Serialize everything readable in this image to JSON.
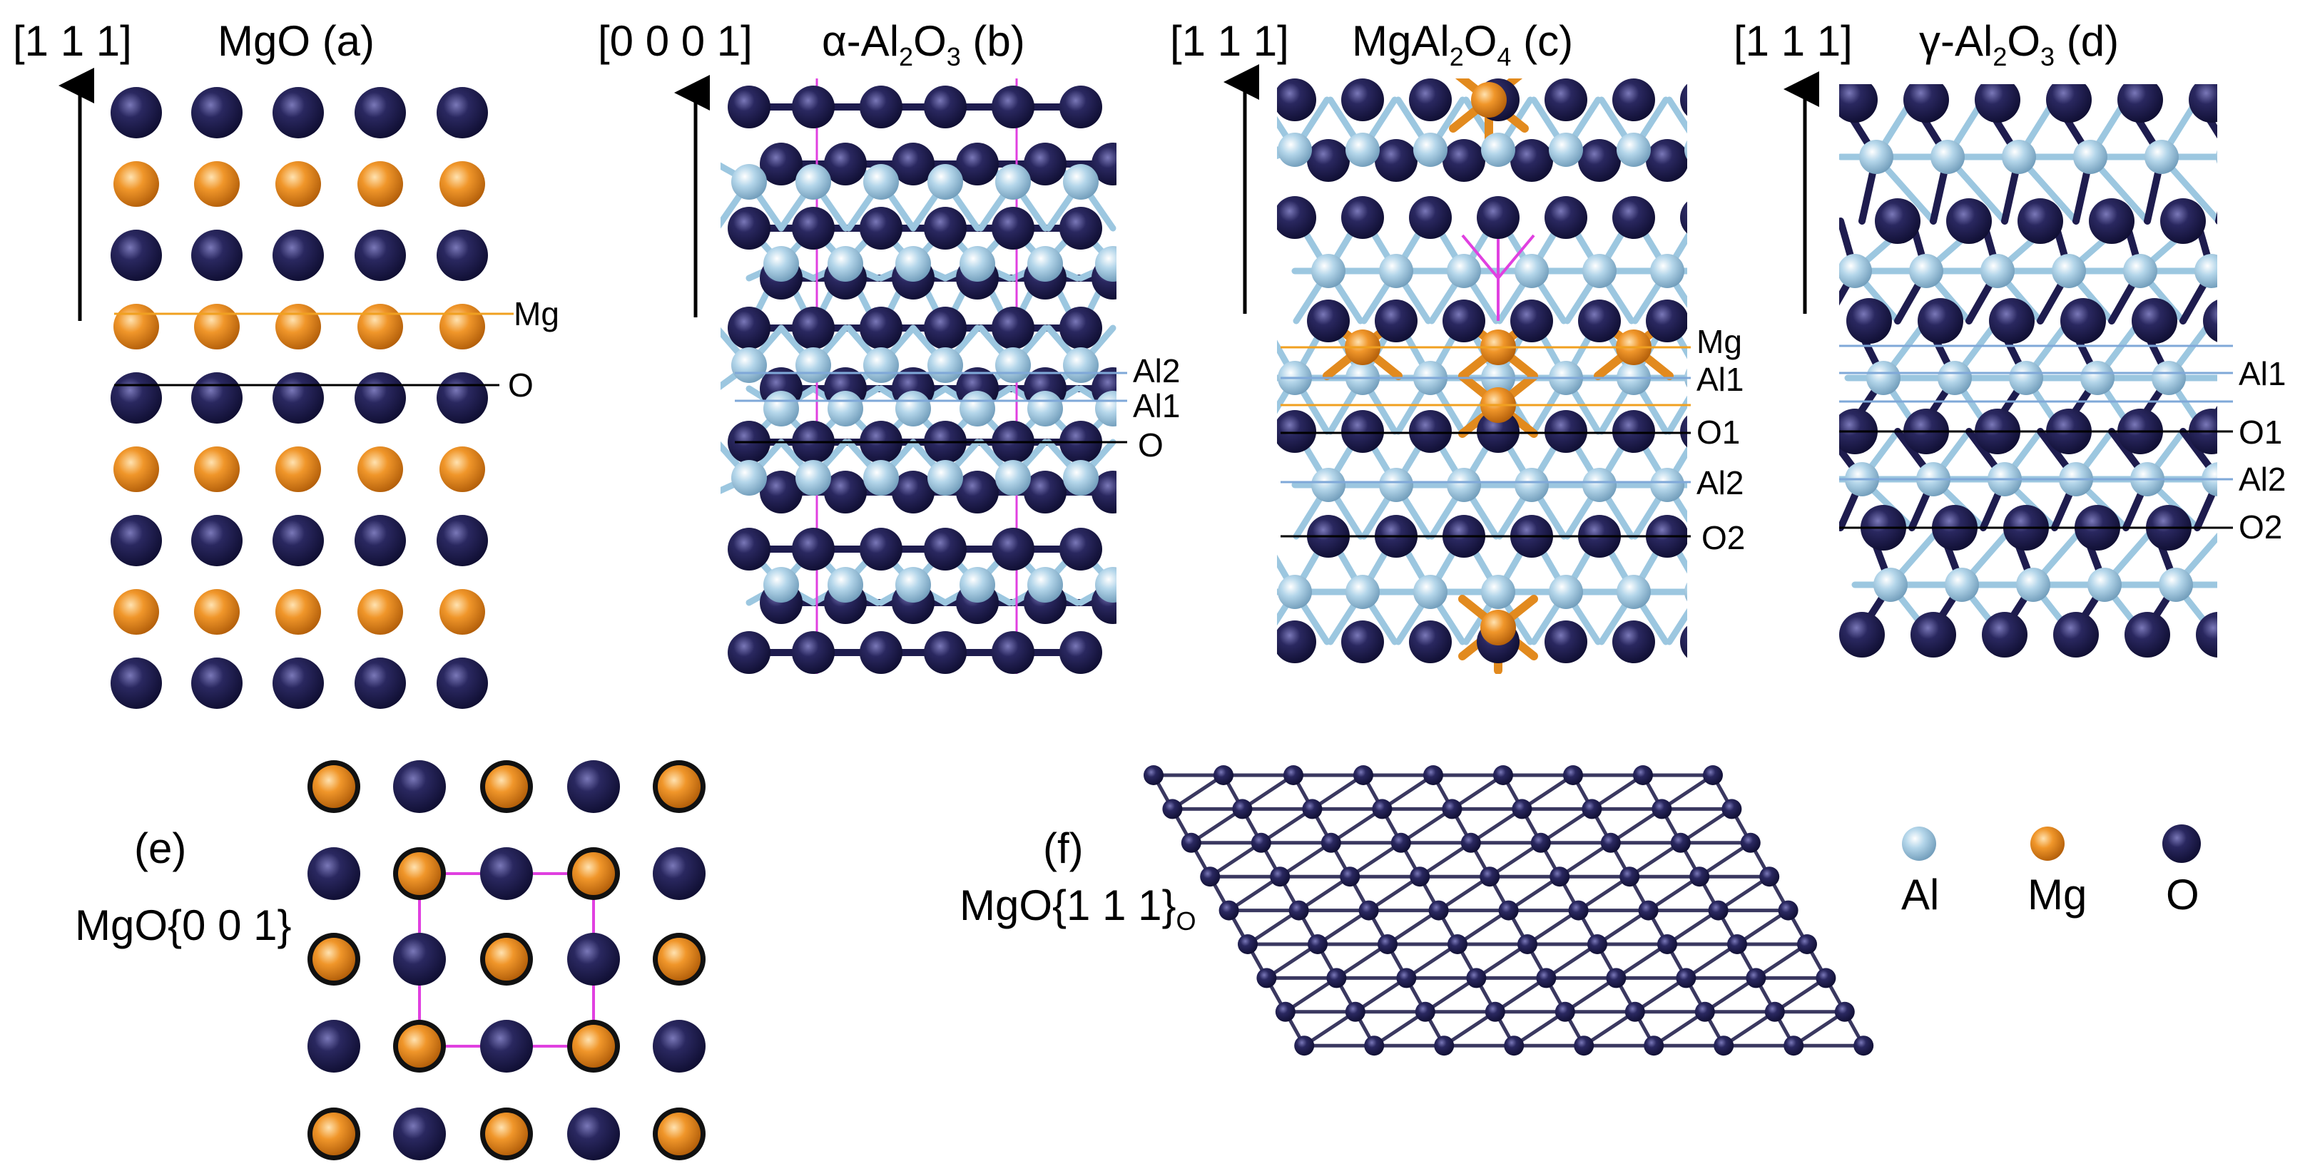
{
  "colors": {
    "O": "#1c1a4a",
    "Al": "#9cc7e0",
    "Mg": "#e28a1e",
    "bond_O": "#1e1c4e",
    "bond_Al": "#9cc7e0",
    "cell": "#e040e0",
    "mg_plane": "#f0a020",
    "al_plane": "#7fa8d8",
    "o_plane": "#000000"
  },
  "panel_a": {
    "direction": "[1 1 1]",
    "title": "MgO (a)",
    "layers": [
      "Mg",
      "O"
    ]
  },
  "panel_b": {
    "direction": "[0 0 0 1]",
    "title_prefix": "α-Al",
    "sub1": "2",
    "mid": "O",
    "sub2": "3",
    "suffix": " (b)",
    "layers": [
      "Al2",
      "Al1",
      "O"
    ]
  },
  "panel_c": {
    "direction": "[1 1 1]",
    "title_prefix": "MgAl",
    "sub1": "2",
    "mid": "O",
    "sub2": "4",
    "suffix": " (c)",
    "layers": [
      "Mg",
      "Al1",
      "O1",
      "Al2",
      "O2"
    ]
  },
  "panel_d": {
    "direction": "[1 1 1]",
    "title_prefix": "γ-Al",
    "sub1": "2",
    "mid": "O",
    "sub2": "3",
    "suffix": " (d)",
    "layers": [
      "Al1",
      "O1",
      "Al2",
      "O2"
    ]
  },
  "panel_e": {
    "tag": "(e)",
    "label": "MgO{0 0 1}"
  },
  "panel_f": {
    "tag": "(f)",
    "label": "MgO{1 1 1}",
    "label_sub": "O"
  },
  "legend": [
    {
      "label": "Al",
      "icon": "al-atom-icon"
    },
    {
      "label": "Mg",
      "icon": "mg-atom-icon"
    },
    {
      "label": "O",
      "icon": "o-atom-icon"
    }
  ]
}
